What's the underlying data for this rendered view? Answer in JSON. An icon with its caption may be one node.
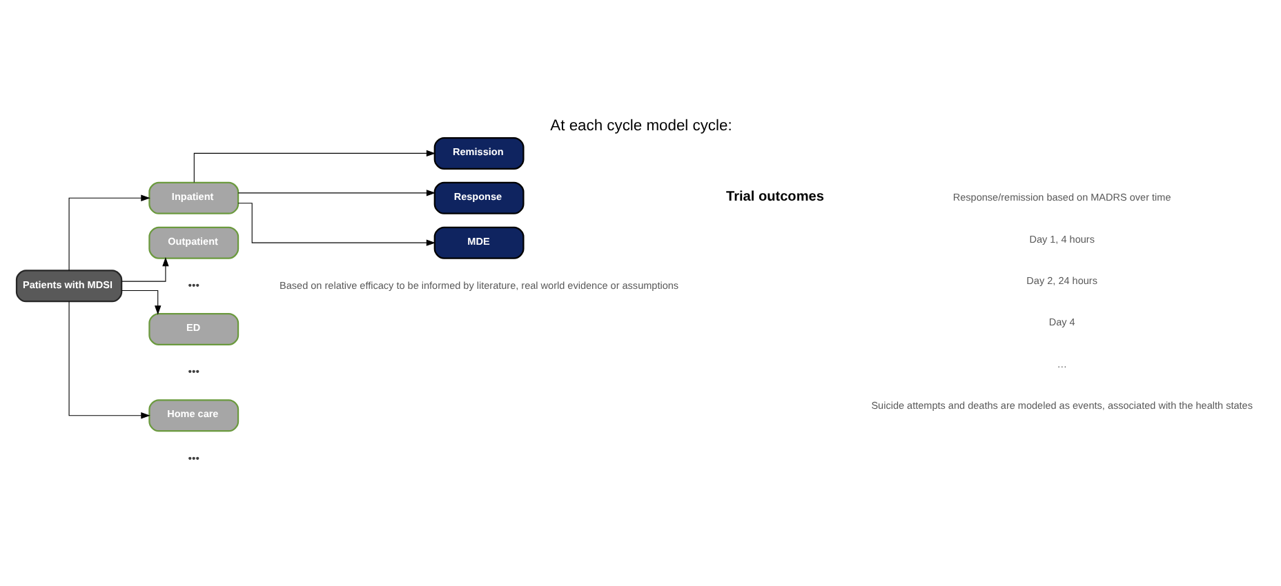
{
  "diagram": {
    "title": "At each cycle model cycle:",
    "nodes": [
      {
        "text": [
          "Patients with MDSI"
        ]
      },
      {
        "text": [
          "Inpatient"
        ]
      },
      {
        "text": [
          "Outpatient"
        ],
        "beside": [
          "•••"
        ]
      },
      {
        "text": [
          "ED"
        ],
        "beside": [
          "•••"
        ]
      },
      {
        "text": [
          "Home care"
        ],
        "beside": [
          "•••"
        ]
      },
      {
        "text": [
          "Remission"
        ]
      },
      {
        "text": [
          "Response"
        ]
      },
      {
        "text": [
          "MDE"
        ]
      }
    ],
    "edges": [
      {
        "from": 0,
        "to": 1,
        "arrow": "to"
      },
      {
        "from": 0,
        "to": 2,
        "arrow": "to"
      },
      {
        "from": 0,
        "to": 3,
        "arrow": "to"
      },
      {
        "from": 0,
        "to": 4,
        "arrow": "to"
      },
      {
        "from": 1,
        "to": 5,
        "arrow": "to"
      },
      {
        "from": 1,
        "to": 6,
        "arrow": "to"
      },
      {
        "from": 1,
        "to": 7,
        "arrow": "to"
      }
    ],
    "labels": [
      "Trial outcomes",
      "Response/remission based on MADRS over time",
      "Day 1, 4 hours",
      "Day 2, 24 hours",
      "Day 4",
      "…",
      "Suicide attempts and deaths are modeled as events, associated with the health states",
      "Based on relative efficacy to be informed by literature, real world evidence or assumptions"
    ]
  }
}
